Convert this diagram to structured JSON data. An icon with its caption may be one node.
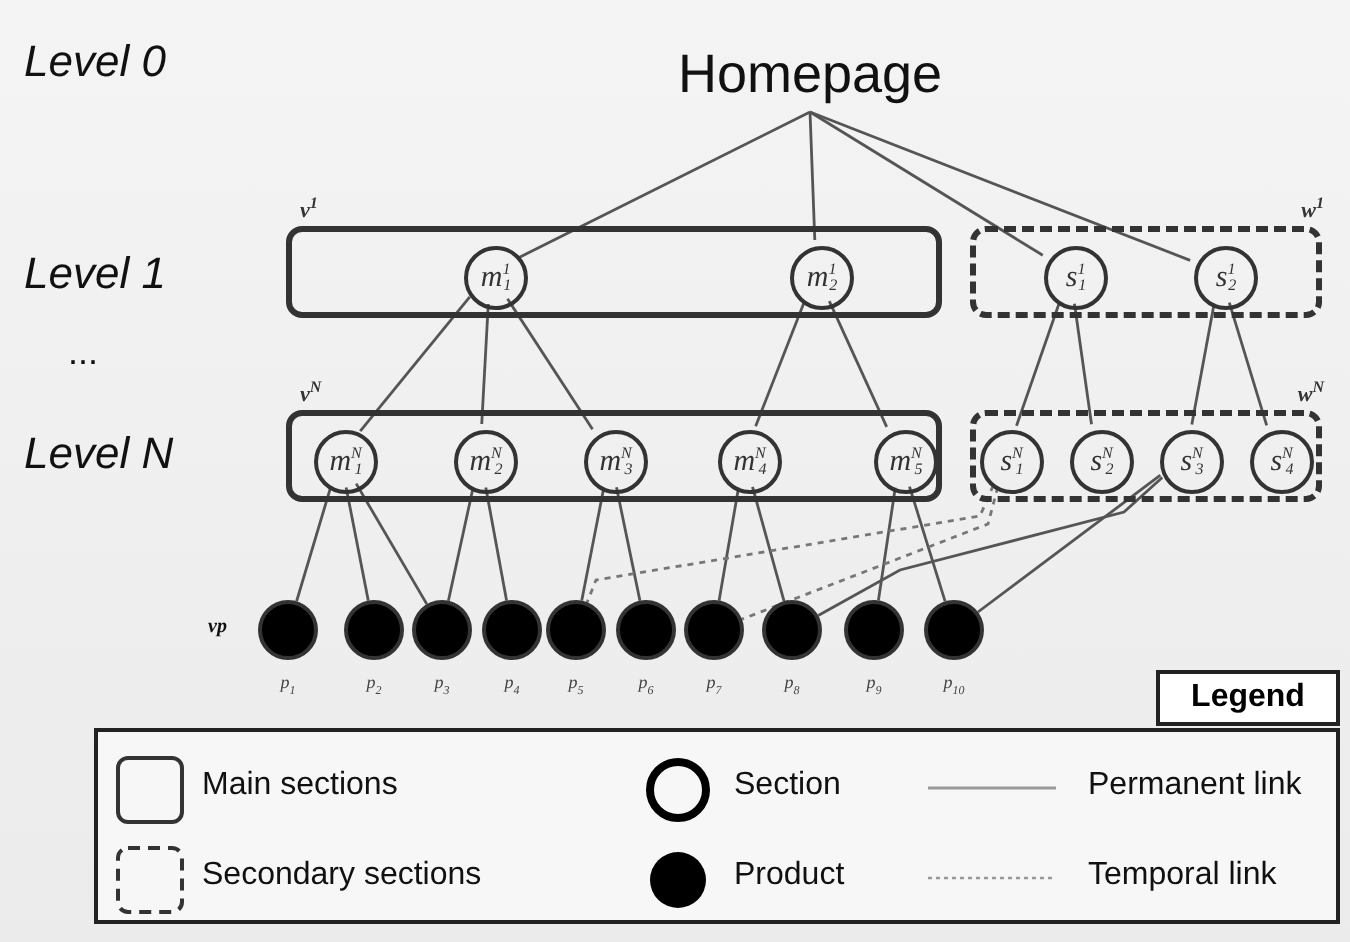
{
  "diagram": {
    "nodes": [
      {
        "text": [
          "Homepage"
        ]
      },
      {
        "text": [
          "v$^{1}$"
        ]
      },
      {
        "text": [
          "m$^{1}$$_{1}$"
        ],
        "in": 1
      },
      {
        "text": [
          "m$^{1}$$_{2}$"
        ],
        "in": 1
      },
      {
        "text": [
          "w$^{1}$"
        ]
      },
      {
        "text": [
          "s$^{1}$$_{1}$"
        ],
        "in": 4
      },
      {
        "text": [
          "s$^{1}$$_{2}$"
        ],
        "in": 4
      },
      {
        "text": [
          "v$^{N}$"
        ]
      },
      {
        "text": [
          "m$^{N}$$_{1}$"
        ],
        "in": 7
      },
      {
        "text": [
          "m$^{N}$$_{2}$"
        ],
        "in": 7
      },
      {
        "text": [
          "m$^{N}$$_{3}$"
        ],
        "in": 7
      },
      {
        "text": [
          "m$^{N}$$_{4}$"
        ],
        "in": 7
      },
      {
        "text": [
          "m$^{N}$$_{5}$"
        ],
        "in": 7
      },
      {
        "text": [
          "w$^{N}$"
        ]
      },
      {
        "text": [
          "s$^{N}$$_{1}$"
        ],
        "in": 13
      },
      {
        "text": [
          "s$^{N}$$_{2}$"
        ],
        "in": 13
      },
      {
        "text": [
          "s$^{N}$$_{3}$"
        ],
        "in": 13
      },
      {
        "text": [
          "s$^{N}$$_{4}$"
        ],
        "in": 13
      },
      {
        "text": [],
        "shape": "circle",
        "beside": [
          "p$_{1}$"
        ]
      },
      {
        "text": [],
        "shape": "circle",
        "beside": [
          "p$_{2}$"
        ]
      },
      {
        "text": [],
        "shape": "circle",
        "beside": [
          "p$_{3}$"
        ]
      },
      {
        "text": [],
        "shape": "circle",
        "beside": [
          "p$_{4}$"
        ]
      },
      {
        "text": [],
        "shape": "circle",
        "beside": [
          "p$_{5}$"
        ]
      },
      {
        "text": [],
        "shape": "circle",
        "beside": [
          "p$_{6}$"
        ]
      },
      {
        "text": [],
        "shape": "circle",
        "beside": [
          "p$_{7}$"
        ]
      },
      {
        "text": [],
        "shape": "circle",
        "beside": [
          "p$_{8}$"
        ]
      },
      {
        "text": [],
        "shape": "circle",
        "beside": [
          "p$_{9}$"
        ]
      },
      {
        "text": [],
        "shape": "circle",
        "beside": [
          "p$_{10}$"
        ]
      }
    ],
    "edges": [
      {
        "from": 0,
        "to": 2,
        "arrow": "none"
      },
      {
        "from": 0,
        "to": 3,
        "arrow": "none"
      },
      {
        "from": 0,
        "to": 5,
        "arrow": "none"
      },
      {
        "from": 0,
        "to": 6,
        "arrow": "none"
      },
      {
        "from": 2,
        "to": 8,
        "arrow": "none"
      },
      {
        "from": 2,
        "to": 9,
        "arrow": "none"
      },
      {
        "from": 2,
        "to": 10,
        "arrow": "none"
      },
      {
        "from": 3,
        "to": 11,
        "arrow": "none"
      },
      {
        "from": 3,
        "to": 12,
        "arrow": "none"
      },
      {
        "from": 5,
        "to": 14,
        "arrow": "none"
      },
      {
        "from": 5,
        "to": 15,
        "arrow": "none"
      },
      {
        "from": 6,
        "to": 16,
        "arrow": "none"
      },
      {
        "from": 6,
        "to": 17,
        "arrow": "none"
      },
      {
        "from": 8,
        "to": 18,
        "arrow": "none"
      },
      {
        "from": 8,
        "to": 19,
        "arrow": "none"
      },
      {
        "from": 8,
        "to": 20,
        "arrow": "none"
      },
      {
        "from": 9,
        "to": 20,
        "arrow": "none"
      },
      {
        "from": 9,
        "to": 21,
        "arrow": "none"
      },
      {
        "from": 10,
        "to": 22,
        "arrow": "none"
      },
      {
        "from": 10,
        "to": 23,
        "arrow": "none"
      },
      {
        "from": 11,
        "to": 24,
        "arrow": "none"
      },
      {
        "from": 11,
        "to": 25,
        "arrow": "none"
      },
      {
        "from": 12,
        "to": 26,
        "arrow": "none"
      },
      {
        "from": 12,
        "to": 27,
        "arrow": "none"
      },
      {
        "from": 14,
        "to": 22,
        "arrow": "none",
        "style": "dashed"
      },
      {
        "from": 14,
        "to": 24,
        "arrow": "none",
        "style": "dashed"
      },
      {
        "from": 16,
        "to": 25,
        "arrow": "none"
      },
      {
        "from": 16,
        "to": 27,
        "arrow": "none"
      }
    ],
    "labels": [
      "Level 0",
      "Level 1",
      "...",
      "Level N",
      "vp",
      "Legend"
    ],
    "legend": [
      {
        "text": "Main sections"
      },
      {
        "text": "Section"
      },
      {
        "text": "Permanent link"
      },
      {
        "text": "Secondary sections"
      },
      {
        "text": "Product"
      },
      {
        "text": "Temporal link"
      }
    ]
  }
}
